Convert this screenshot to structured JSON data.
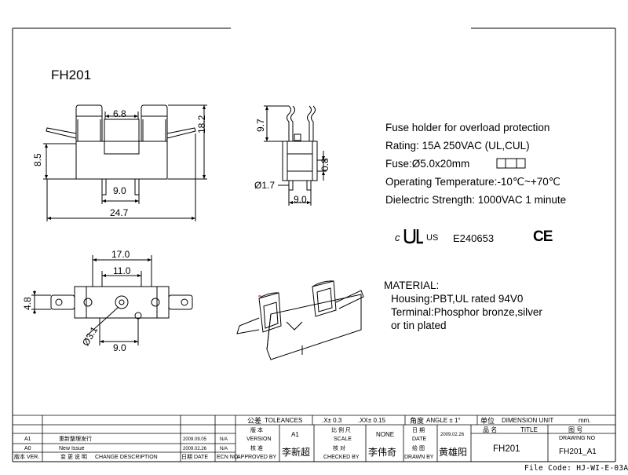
{
  "part_number": "FH201",
  "dimensions": {
    "front_width_6_8": "6.8",
    "front_height_18_2": "18.2",
    "front_height_8_5": "8.5",
    "front_pin_spacing": "9.0",
    "front_total_width": "24.7",
    "side_height_9_7": "9.7",
    "side_thickness_0_8": "0.8",
    "side_pin_dia": "Ø1.7",
    "side_width": "9.0",
    "bottom_span_17": "17.0",
    "bottom_span_11": "11.0",
    "bottom_height_4_8": "4.8",
    "bottom_hole_dia": "Ø3.1",
    "bottom_pin_spacing": "9.0"
  },
  "specs": {
    "line1": "Fuse holder for overload protection",
    "line2": "Rating: 15A 250VAC (UL,CUL)",
    "line3": "Fuse:Ø5.0x20mm",
    "line4": "Operating Temperature:-10℃~+70℃",
    "line5": "Dielectric Strength: 1000VAC 1 minute"
  },
  "certification": {
    "ul_file": "E240653",
    "ul_c": "c",
    "ul_us": "US",
    "ce": "CE"
  },
  "material": {
    "heading": "MATERIAL:",
    "line1": "Housing:PBT,UL rated 94V0",
    "line2": "Terminal:Phosphor bronze,silver",
    "line3": "or tin plated"
  },
  "title_block": {
    "tolerances_cn": "公差",
    "tolerances_label": "TOLEANCES",
    "tol_x": ".X± 0.3",
    "tol_xx": ".XX± 0.15",
    "angle_cn": "角度",
    "angle_label": "ANGLE ± 1°",
    "unit_cn": "单位",
    "unit_label": "DIMENSION UNIT",
    "unit_value": "mm.",
    "rows": [
      {
        "ver": "A1",
        "desc": "重新整理发行",
        "date": "2009.09.05",
        "ecn": "N/A"
      },
      {
        "ver": "A0",
        "desc": "New Issue",
        "date": "2009.02.26",
        "ecn": "N/A"
      }
    ],
    "hdr_ver": "版本 VER.",
    "hdr_desc_cn": "变 更 说 明",
    "hdr_desc": "CHANGE DESCRIPTION",
    "hdr_date": "日期 DATE",
    "hdr_ecn": "ECN NO.",
    "version_cn": "版 本",
    "version_label": "VERSION",
    "version_value": "A1",
    "approved_cn": "核 准",
    "approved_label": "APPROVED BY",
    "approved_name": "李新超",
    "scale_cn": "比 例 尺",
    "scale_label": "SCALE",
    "scale_value": "NONE",
    "checked_cn": "核 对",
    "checked_label": "CHECKED BY",
    "checked_name": "李伟奇",
    "date_cn": "日 期",
    "date_label": "DATE",
    "date_value": "2009.02.26",
    "drawn_cn": "绘 图",
    "drawn_label": "DRAWN BY",
    "drawn_name": "黄雄阳",
    "title_cn": "品 名",
    "title_label": "TITLE",
    "title_value": "FH201",
    "drawing_cn": "图 号",
    "drawing_label": "DRAWING NO",
    "drawing_value": "FH201_A1"
  },
  "file_code": "File Code: HJ-WI-E-03A"
}
